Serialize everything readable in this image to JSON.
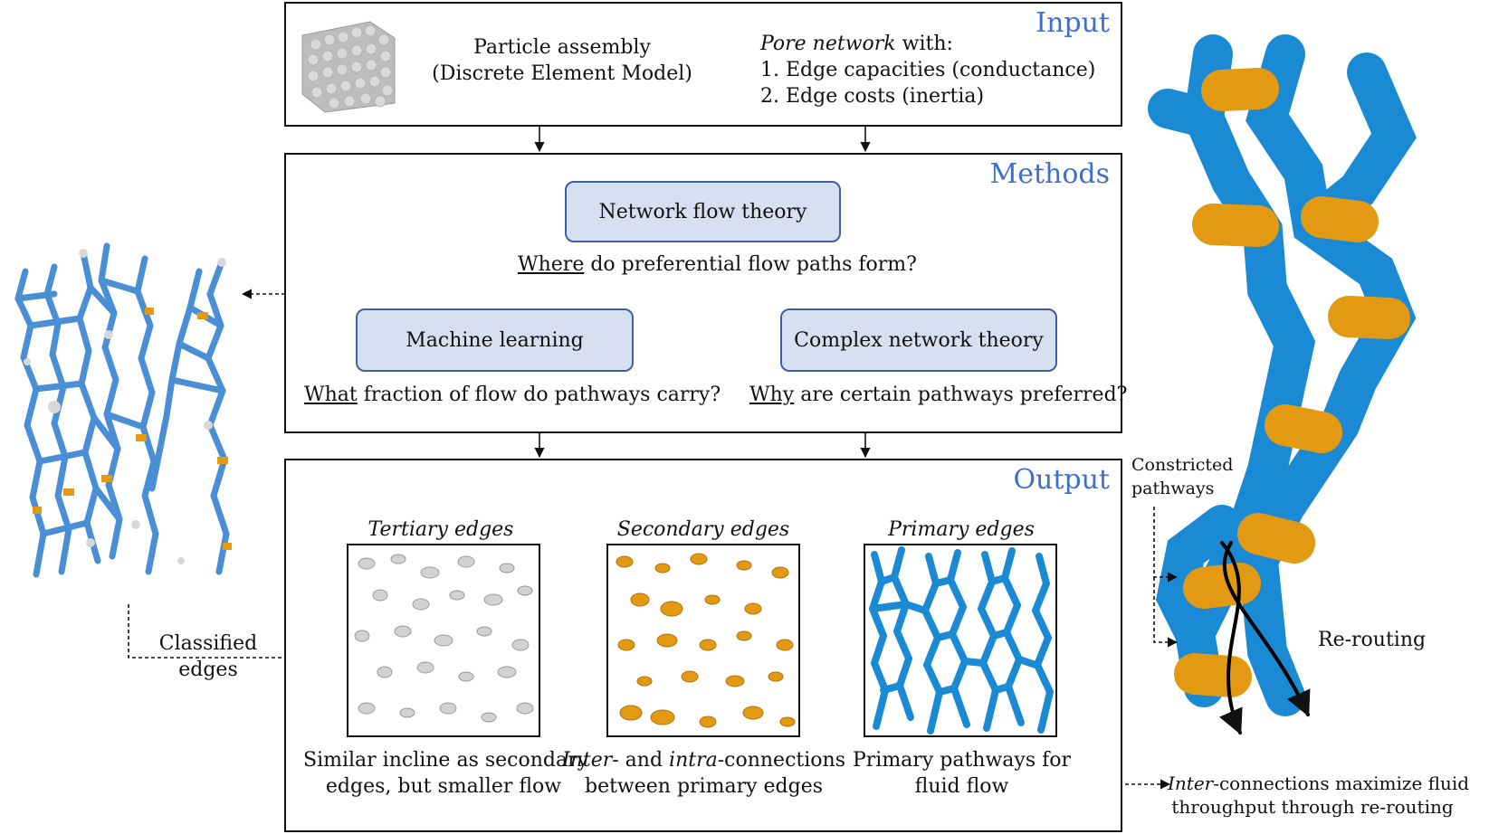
{
  "input": {
    "title": "Input",
    "particle_line1": "Particle assembly",
    "particle_line2": "(Discrete Element Model)",
    "pore_italic": "Pore network",
    "pore_rest": " with:",
    "item1": "1. Edge capacities (conductance)",
    "item2": "2. Edge costs (inertia)"
  },
  "methods": {
    "title": "Methods",
    "nft": "Network flow theory",
    "nft_q_u": "Where",
    "nft_q_rest": " do preferential flow paths form?",
    "ml": "Machine learning",
    "ml_q_u": "What",
    "ml_q_rest": " fraction of flow do pathways carry?",
    "cnt": "Complex network theory",
    "cnt_q_u": "Why",
    "cnt_q_rest": " are certain pathways preferred?"
  },
  "output": {
    "title": "Output",
    "tertiary": {
      "label": "Tertiary edges",
      "line1": "Similar incline as secondary",
      "line2": "edges, but smaller flow"
    },
    "secondary": {
      "label": "Secondary edges",
      "l1_i1": "Inter-",
      "l1_mid": " and ",
      "l1_i2": "intra",
      "l1_end": "-connections",
      "line2": "between primary edges"
    },
    "primary": {
      "label": "Primary edges",
      "line1": "Primary pathways for",
      "line2": "fluid flow"
    }
  },
  "left": {
    "classified1": "Classified",
    "classified2": "edges"
  },
  "right": {
    "constricted1": "Constricted",
    "constricted2": "pathways",
    "rerouting": "Re-routing",
    "bottom_i": "Inter",
    "bottom_rest": "-connections maximize fluid",
    "bottom_line2": "throughput through re-routing"
  },
  "colors": {
    "accent": "#3d6fd0",
    "primary_blue": "#1a8ad4",
    "secondary_orange": "#e39a12",
    "tertiary_gray": "#c8c8c8",
    "node_fill": "#d6e0f0"
  }
}
